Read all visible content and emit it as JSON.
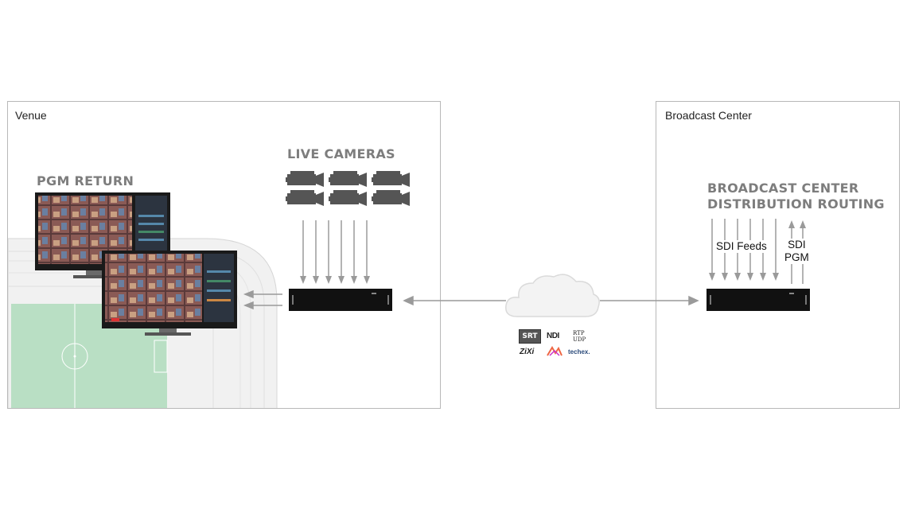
{
  "venue": {
    "label": "Venue",
    "pgm_return": "PGM RETURN",
    "live_cameras": "LIVE CAMERAS",
    "camera_count": 6
  },
  "broadcast_center": {
    "label": "Broadcast Center",
    "heading_line1": "BROADCAST CENTER",
    "heading_line2": "DISTRIBUTION ROUTING",
    "sdi_feeds": "SDI Feeds",
    "sdi_pgm_line1": "SDI",
    "sdi_pgm_line2": "PGM"
  },
  "protocols": {
    "srt": "SRT",
    "ndi": "NDI",
    "rtp_line1": "RTP",
    "rtp_line2": "UDP",
    "zixi": "ZiXi",
    "techex": "techex."
  },
  "colors": {
    "arrow": "#9a9a9a",
    "heading": "#7d7d7d",
    "field": "#b9dfc4",
    "device": "#111111"
  }
}
